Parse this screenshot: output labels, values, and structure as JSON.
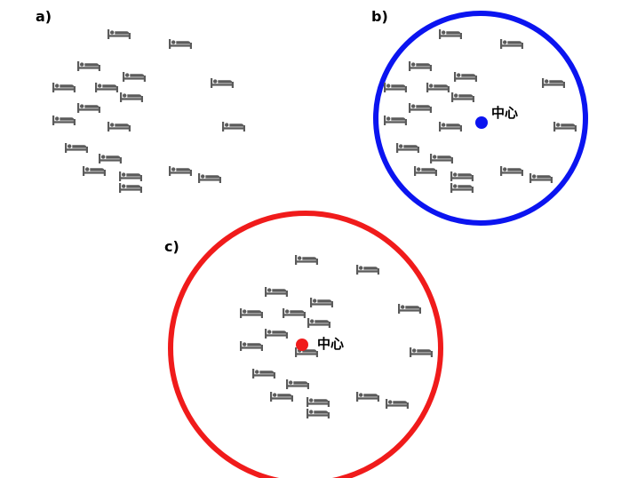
{
  "colors": {
    "bed": "#5b5b5b",
    "circle_b": "#0b14f0",
    "circle_c": "#f01b1b",
    "center_b": "#0b14f0",
    "center_c": "#f01b1b"
  },
  "icons": {
    "bed": "bed-icon"
  },
  "panels": {
    "a": {
      "label": "a)"
    },
    "b": {
      "label": "b)",
      "center_label": "中心"
    },
    "c": {
      "label": "c)",
      "center_label": "中心"
    }
  }
}
